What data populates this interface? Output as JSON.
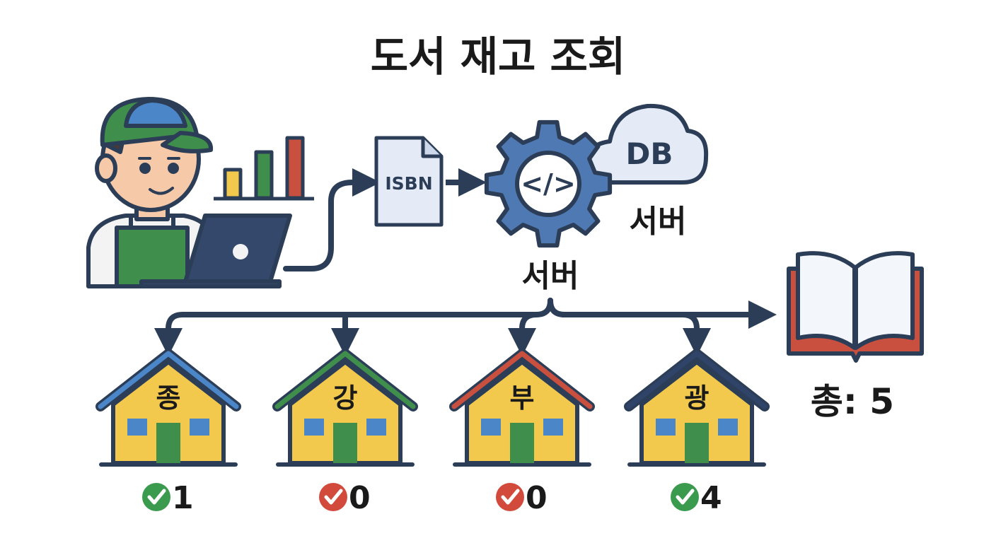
{
  "title": "도서 재고 조회",
  "document_label": "ISBN",
  "code_symbol": "</>",
  "db_label": "DB",
  "db_server_label": "서버",
  "app_server_label": "서버",
  "total_label": "총: 5",
  "colors": {
    "outline": "#2c3e57",
    "blue": "#4a86c8",
    "green": "#3f8e4c",
    "red": "#c9503f",
    "yellow": "#f2c94c",
    "ok": "#3a9a4e",
    "none": "#d24a3b"
  },
  "branches": [
    {
      "name": "종",
      "count": "1",
      "roof": "blue",
      "status": "ok"
    },
    {
      "name": "강",
      "count": "0",
      "roof": "green",
      "status": "none"
    },
    {
      "name": "부",
      "count": "0",
      "roof": "red",
      "status": "none"
    },
    {
      "name": "광",
      "count": "4",
      "roof": "navy",
      "status": "ok"
    }
  ]
}
